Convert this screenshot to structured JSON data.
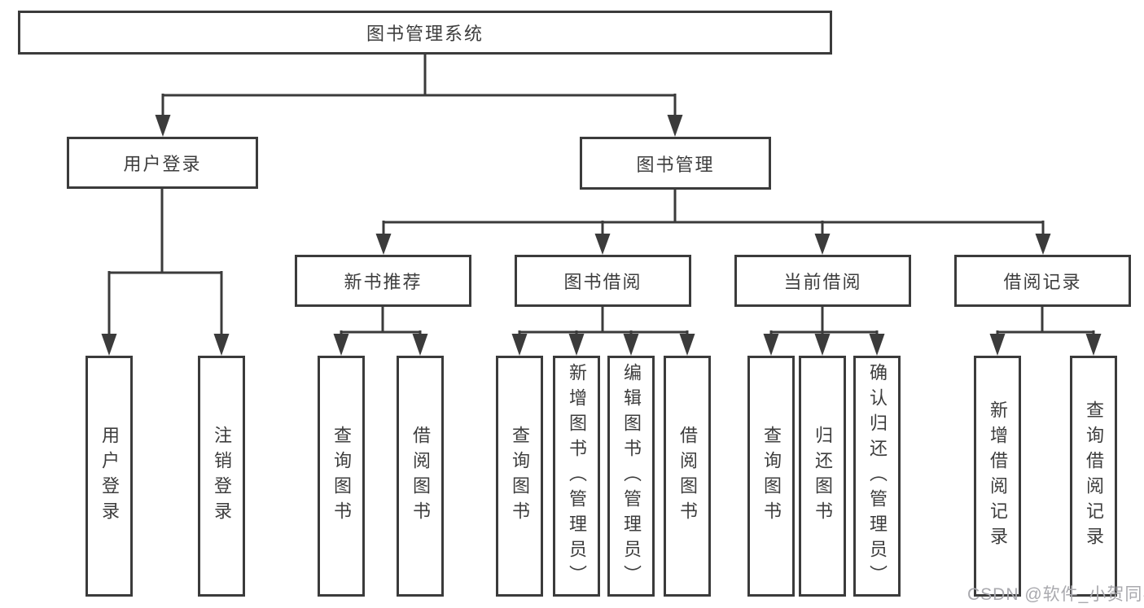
{
  "tree": {
    "label": "图书管理系统",
    "children": [
      {
        "label": "用户登录",
        "children": [
          {
            "label": "用户登录"
          },
          {
            "label": "注销登录"
          }
        ]
      },
      {
        "label": "图书管理",
        "children": [
          {
            "label": "新书推荐",
            "children": [
              {
                "label": "查询图书"
              },
              {
                "label": "借阅图书"
              }
            ]
          },
          {
            "label": "图书借阅",
            "children": [
              {
                "label": "查询图书"
              },
              {
                "label": "新增图书（管理员）"
              },
              {
                "label": "编辑图书（管理员）"
              },
              {
                "label": "借阅图书"
              }
            ]
          },
          {
            "label": "当前借阅",
            "children": [
              {
                "label": "查询图书"
              },
              {
                "label": "归还图书"
              },
              {
                "label": "确认归还（管理员）"
              }
            ]
          },
          {
            "label": "借阅记录",
            "children": [
              {
                "label": "新增借阅记录"
              },
              {
                "label": "查询借阅记录"
              }
            ]
          }
        ]
      }
    ]
  },
  "watermark": {
    "text": "CSDN @软件_小贺同学"
  },
  "colors": {
    "line": "#3b3b3b",
    "text": "#3d3d3d",
    "background": "#ffffff",
    "watermark": "#a9a9ae"
  }
}
